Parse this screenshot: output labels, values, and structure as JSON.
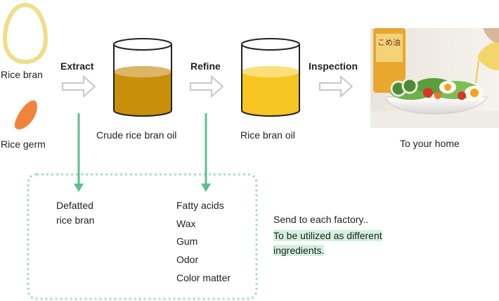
{
  "inputs": {
    "rice_bran": "Rice bran",
    "rice_germ": "Rice germ"
  },
  "steps": {
    "extract": "Extract",
    "refine": "Refine",
    "inspection": "Inspection"
  },
  "products": {
    "crude_oil": "Crude rice bran oil",
    "rice_bran_oil": "Rice bran oil",
    "to_your_home": "To your home"
  },
  "byproducts": {
    "defatted_line1": "Defatted",
    "defatted_line2": "rice bran",
    "items": [
      "Fatty acids",
      "Wax",
      "Gum",
      "Odor",
      "Color matter"
    ]
  },
  "note": {
    "line1": "Send to each factory..",
    "line2": "To be utilized as different",
    "line3": "ingredients."
  },
  "colors": {
    "arrow_green": "#5cc08c",
    "crude_oil": "#c8900a",
    "refined_oil": "#f7c623",
    "bran_outline": "#f0dd88",
    "germ": "#f0843c",
    "flow_arrow": "#c8c8c8"
  }
}
